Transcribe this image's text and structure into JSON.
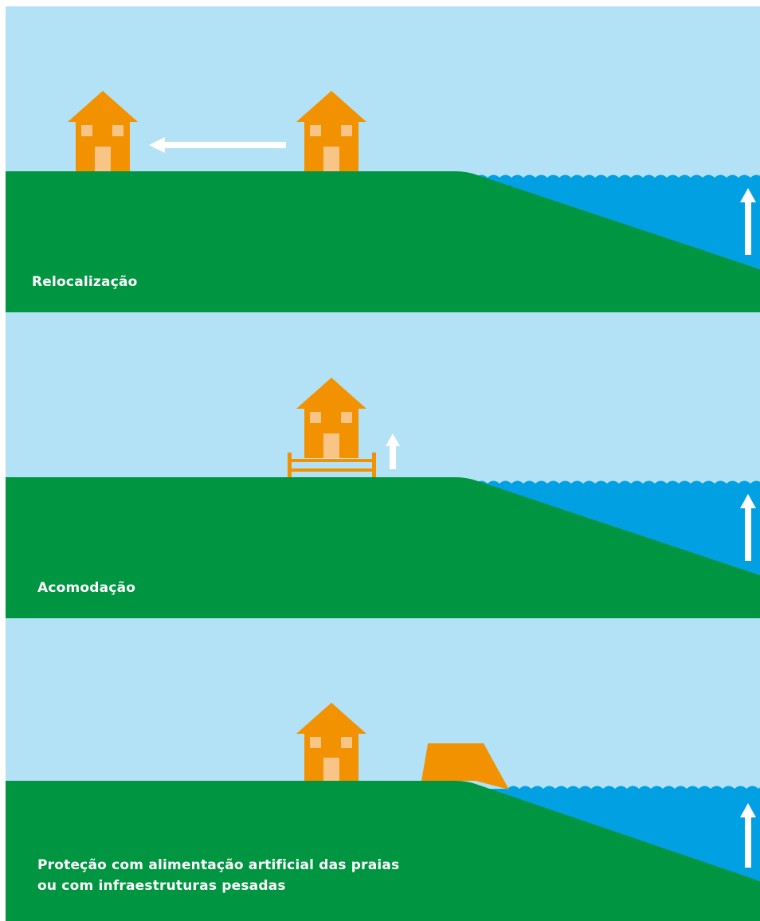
{
  "colors": {
    "sky": "#b3e1f5",
    "land": "#009540",
    "sea": "#00a0e3",
    "house": "#f39200",
    "window": "#f9c586",
    "arrow": "#ffffff"
  },
  "panels": [
    {
      "id": "relocation",
      "caption": "Relocalização"
    },
    {
      "id": "accommodation",
      "caption": "Acomodação"
    },
    {
      "id": "protection",
      "caption_line1": "Proteção com alimentação artificial das praias",
      "caption_line2": "ou com infraestruturas pesadas"
    }
  ]
}
